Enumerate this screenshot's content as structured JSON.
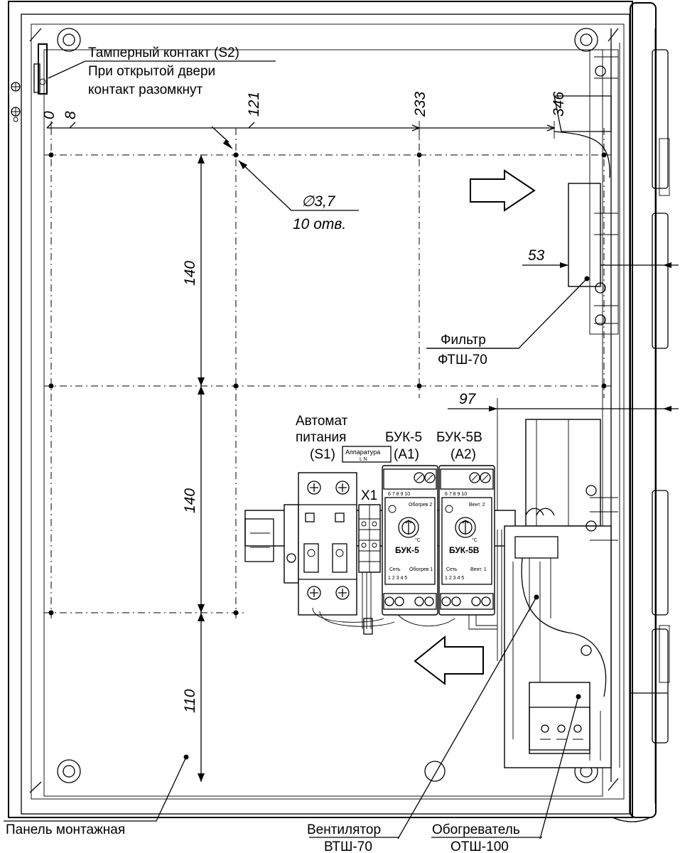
{
  "labels": {
    "tamper_line1": "Тамперный контакт (S2)",
    "tamper_line2": "При открытой двери",
    "tamper_line3": "контакт разомкнут",
    "hole_diameter": "∅3,7",
    "hole_count": "10 отв.",
    "filter_line1": "Фильтр",
    "filter_line2": "ФТШ-70",
    "breaker_line1": "Автомат",
    "breaker_line2": "питания",
    "breaker_line3": "(S1)",
    "buk5_line1": "БУК-5",
    "buk5_line2": "(А1)",
    "buk5v_line1": "БУК-5В",
    "buk5v_line2": "(А2)",
    "terminal": "X1",
    "apparatus_line1": "Аппаратура",
    "apparatus_line2": "L  N",
    "panel": "Панель монтажная",
    "fan_line1": "Вентилятор",
    "fan_line2": "ВТШ-70",
    "heater_line1": "Обогреватель",
    "heater_line2": "ОТШ-100"
  },
  "dimensions": {
    "h0": "0",
    "h8": "8",
    "h121": "121",
    "h233": "233",
    "h346": "346",
    "d53": "53",
    "d97": "97",
    "v140a": "140",
    "v140b": "140",
    "v110": "110"
  },
  "module_text": {
    "buk5_name": "БУК-5",
    "buk5v_name": "БУК-5В",
    "buk5_top": "Обогрев 2",
    "buk5v_top": "Вент. 2",
    "buk5_bottom_left": "Сеть",
    "buk5_bottom_right": "Обогрев 1",
    "buk5v_bottom_left": "Сеть",
    "buk5v_bottom_right": "Вент. 1",
    "pins_top": "6  7  8  9  10",
    "pins_bottom": "1  2  3  4  5",
    "unit": "°C"
  }
}
